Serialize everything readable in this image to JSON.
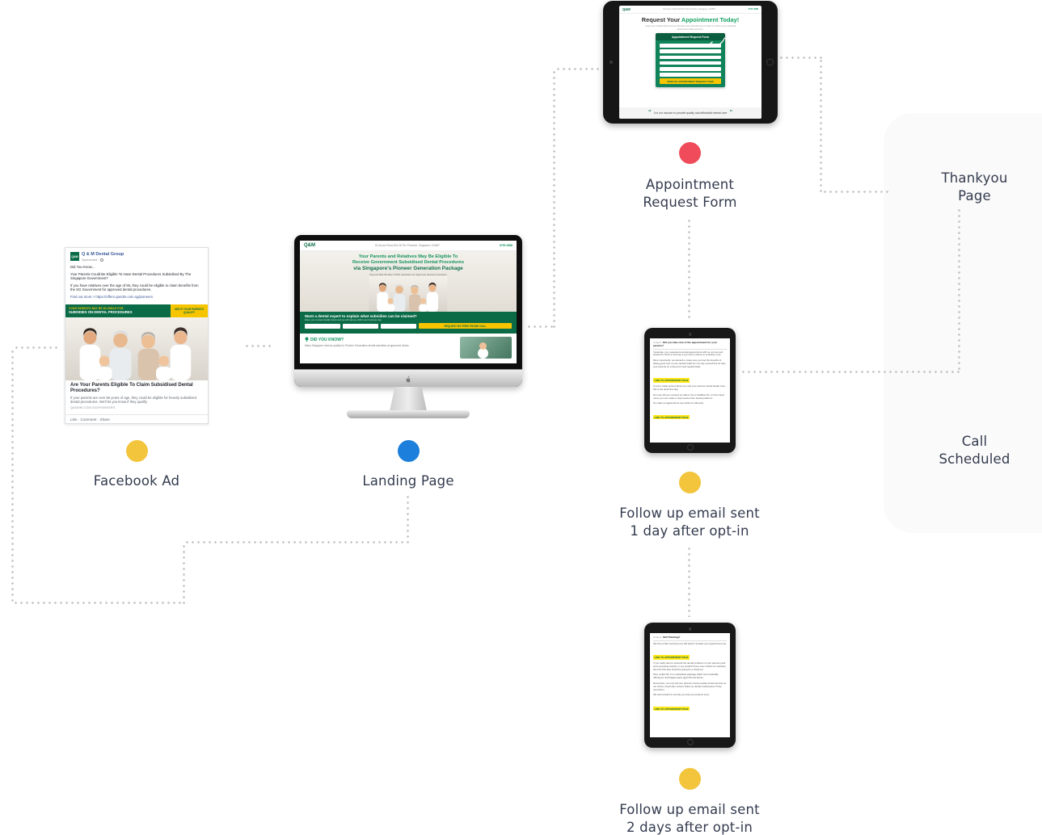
{
  "colors": {
    "brand_green_dark": "#0A6B46",
    "brand_green": "#12935F",
    "brand_yellow": "#F7C500",
    "facebook_blue": "#385898",
    "connector_gray": "#C9C9C9",
    "label_text": "#333B4E",
    "dot_yellow": "#F3C53D",
    "dot_blue": "#1B7FDB",
    "dot_red": "#EF4B5A"
  },
  "nodes": {
    "facebook_ad": {
      "label_lines": [
        "Facebook Ad"
      ],
      "dot_color": "#F3C53D"
    },
    "landing_page": {
      "label_lines": [
        "Landing Page"
      ],
      "dot_color": "#1B7FDB"
    },
    "appointment_form": {
      "label_lines": [
        "Appointment",
        "Request Form"
      ],
      "dot_color": "#EF4B5A"
    },
    "email_day1": {
      "label_lines": [
        "Follow up email sent",
        "1 day after opt-in"
      ],
      "dot_color": "#F3C53D"
    },
    "email_day2": {
      "label_lines": [
        "Follow up email sent",
        "2 days after opt-in"
      ],
      "dot_color": "#F3C53D"
    },
    "thankyou_page": {
      "label_lines": [
        "Thankyou",
        "Page"
      ]
    },
    "call_scheduled": {
      "label_lines": [
        "Call",
        "Scheduled"
      ]
    }
  },
  "facebook_ad": {
    "avatar_text": "Q&M",
    "page_name": "Q & M Dental Group",
    "sponsored": "Sponsored · ",
    "body": [
      "Did You Know...",
      "Your Parents Could Be Eligible To Have Dental Procedures Subsidised By The Singapore Government?",
      "If you have relatives over the age of 65, they could be eligible to claim benefits from the SG Government for approved dental procedures.",
      "Find out more > https://offers.qandm.com.sg/pioneers"
    ],
    "banner_line1": "YOUR PARENTS MAY BE ELIGIBLE FOR",
    "banner_line2": "SUBSIDIES ON DENTAL PROCEDURES",
    "banner_button": "SEE IF YOUR PARENTS QUALIFY",
    "headline": "Are Your Parents Eligible To Claim Subsidised Dental Procedures?",
    "description": "If your parents are over 65 years of age, they could be eligible for heavily subsidised dental procedures. We'll let you know if they qualify.",
    "display_link": "QANDM.COM.SG/PIONEERS",
    "actions": "Like · Comment · Share"
  },
  "landing_page": {
    "logo": "Q&M",
    "topbar_address": "81 Anson Road #04-06 The Pinnacle, Singapore 134567",
    "topbar_phone": "6750 4988",
    "headline_line1": "Your Parents and Relatives May Be Eligible To",
    "headline_line2": "Receive Government Subsidised Dental Procedures",
    "headline_line3": "via Singapore's Pioneer Generation Package",
    "subheadline": "Pay just $21.65 after CHAS subsidies for approved dental procedures",
    "cta_title": "Want a dental expert to explain what subsidies can be claimed?",
    "cta_sub": "Enter your contact details below and we will call you within one business day",
    "cta_button": "REQUEST MY FREE PHONE CALL",
    "didyouknow_title": "DID YOU KNOW?",
    "didyouknow_text": "Many Singapore seniors qualify for Pioneer Generation dental subsidies at approved clinics."
  },
  "appointment_form": {
    "logo": "Q&M",
    "topbar_address": "81 Anson Road #04-06 The Pinnacle, Singapore 134567",
    "topbar_phone": "6750 4988",
    "headline_prefix": "Request Your ",
    "headline_accent": "Appointment Today!",
    "intro": "Leave your details below and our friendly clinic staff will call you back to confirm your preferred appointment date and time.",
    "form_title": "Appointment Request Form",
    "submit_button": "SEND MY APPOINTMENT REQUEST NOW",
    "quote": "It is our mission to provide quality and affordable dental care"
  },
  "email_day1": {
    "subject_label": "Subject:",
    "subject": "Did you take care of the appointment for your parents?",
    "paragraphs": [
      "Yesterday, you requested a dental appointment with us, and we just wanted to check in and see if you had a chance to schedule it yet.",
      "More importantly, we wanted to make sure you feel the benefits of taking good care of your dental health for not only yourself but for also your parents on a long term and regular basis.",
      "If you're really serious about you and your parents' dental health, then this is the ideal first step.",
      "Not only will your parents be able to live a healthier life, it's the tiniest move you can make to help resolve their dental problems.",
      "So make an appointment now while it's still early."
    ],
    "link_text": "LINK TO APPOINTMENT PAGE"
  },
  "email_day2": {
    "subject_label": "Subject:",
    "subject": "Still Thinking?",
    "paragraphs": [
      "We'd be a little surprised you still haven't booked your appointment yet.",
      "If you really want to avoid all the dental problems of your parents (and we're guessing exactly, or you wouldn't have even visited our website), then the first step would be going for a check-up.",
      "Plus, at $21.65, it's a subsidised package which we're basically offering for all Singaporeans aged 65 and above.",
      "Remember, not only will your parents receive quality dental services at our clinics, they'll also receive follow up dental maintenance if they need them.",
      "We look forward to serving you and your parents soon."
    ],
    "link_text": "LINK TO APPOINTMENT PAGE"
  }
}
